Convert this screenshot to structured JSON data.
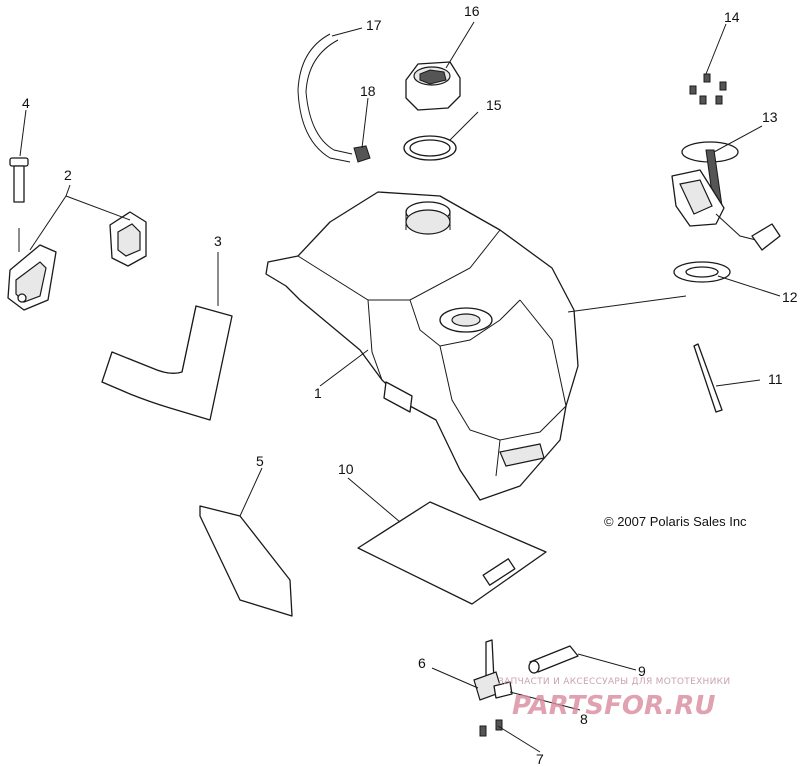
{
  "callouts": [
    {
      "id": "1",
      "label": "1"
    },
    {
      "id": "2",
      "label": "2"
    },
    {
      "id": "3",
      "label": "3"
    },
    {
      "id": "4",
      "label": "4"
    },
    {
      "id": "5",
      "label": "5"
    },
    {
      "id": "6",
      "label": "6"
    },
    {
      "id": "7",
      "label": "7"
    },
    {
      "id": "8",
      "label": "8"
    },
    {
      "id": "9",
      "label": "9"
    },
    {
      "id": "10",
      "label": "10"
    },
    {
      "id": "11",
      "label": "11"
    },
    {
      "id": "12",
      "label": "12"
    },
    {
      "id": "13",
      "label": "13"
    },
    {
      "id": "14",
      "label": "14"
    },
    {
      "id": "15",
      "label": "15"
    },
    {
      "id": "16",
      "label": "16"
    },
    {
      "id": "17",
      "label": "17"
    },
    {
      "id": "18",
      "label": "18"
    }
  ],
  "copyright": "© 2007 Polaris Sales Inc",
  "watermark": {
    "tagline": "ЗАПЧАСТИ И АКСЕССУАРЫ ДЛЯ МОТОТЕХНИКИ",
    "brand": "PARTSFOR.RU"
  },
  "colors": {
    "line": "#1a1a1a",
    "watermark": "#d98a9e"
  }
}
